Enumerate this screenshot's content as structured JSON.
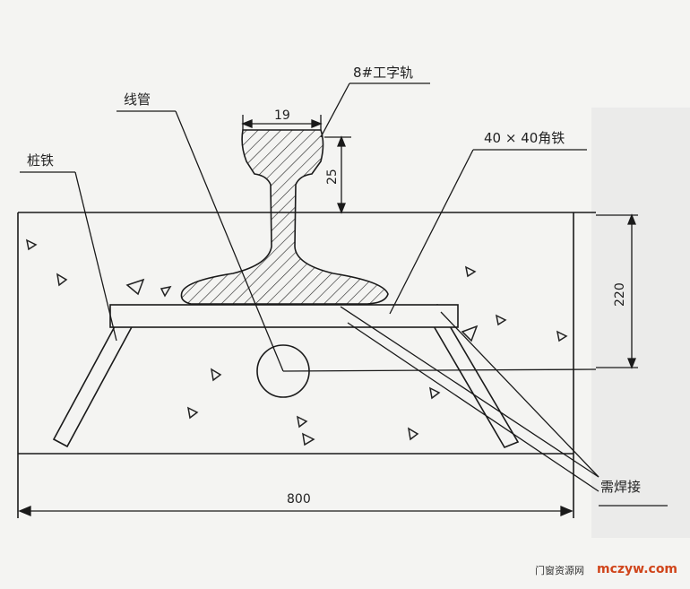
{
  "labels": {
    "rail": "8#工字轨",
    "conduit": "线管",
    "pile_iron": "桩铁",
    "angle_iron": "40 × 40角铁",
    "weld": "需焊接"
  },
  "dimensions": {
    "rail_width": "19",
    "rail_height": "25",
    "slab_depth": "220",
    "slab_width": "800"
  },
  "watermark": {
    "cn": "门窗资源网",
    "en": "mczyw.com"
  },
  "colors": {
    "line": "#1a1a1a",
    "background": "#f4f4f2",
    "watermark_en": "#d0451b"
  }
}
